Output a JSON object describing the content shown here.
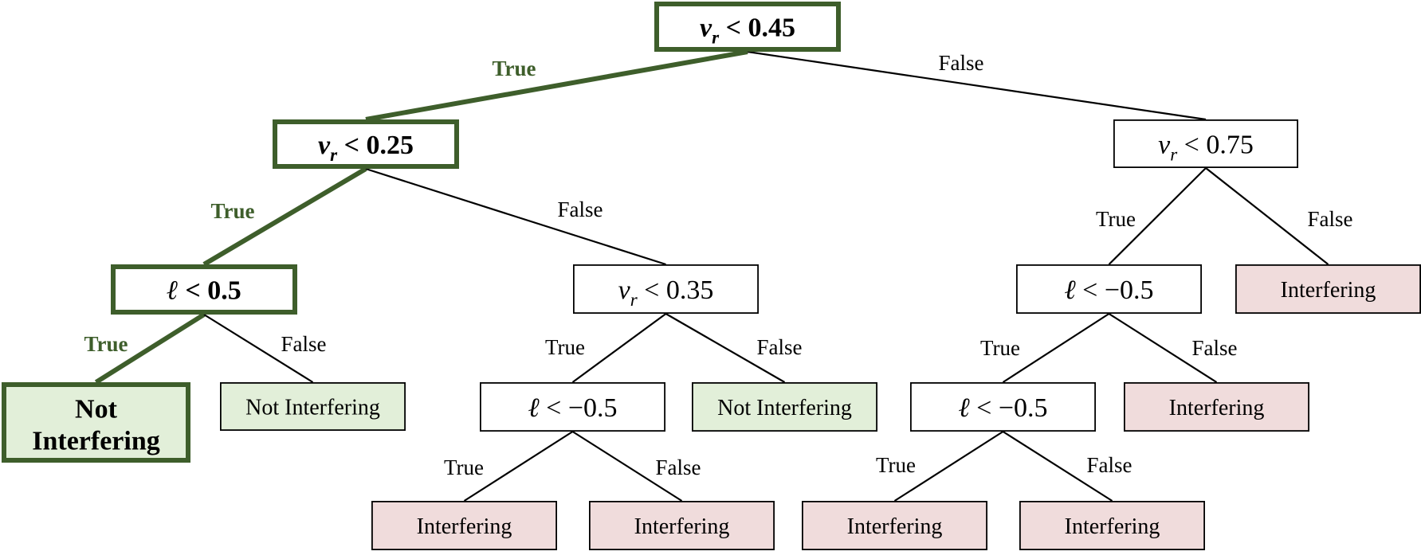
{
  "colors": {
    "highlight": "#3e5e2b",
    "leaf_not_interfering": "#e2efd9",
    "leaf_interfering": "#f0dcdc",
    "default_stroke": "#000000"
  },
  "nodes": [
    {
      "id": "n1",
      "kind": "decision",
      "var": "v",
      "sub": "r",
      "op": "<",
      "val": "0.45",
      "highlight": true
    },
    {
      "id": "n2",
      "kind": "decision",
      "var": "v",
      "sub": "r",
      "op": "<",
      "val": "0.25",
      "highlight": true
    },
    {
      "id": "n3",
      "kind": "decision",
      "var": "v",
      "sub": "r",
      "op": "<",
      "val": "0.75",
      "highlight": false
    },
    {
      "id": "n4",
      "kind": "decision",
      "var": "ℓ",
      "sub": "",
      "op": "<",
      "val": "0.5",
      "highlight": true
    },
    {
      "id": "n5",
      "kind": "decision",
      "var": "v",
      "sub": "r",
      "op": "<",
      "val": "0.35",
      "highlight": false
    },
    {
      "id": "n6",
      "kind": "decision",
      "var": "ℓ",
      "sub": "",
      "op": "<",
      "val": "−0.5",
      "highlight": false
    },
    {
      "id": "n7",
      "kind": "leaf",
      "label": "Interfering",
      "class": "interfering",
      "highlight": false
    },
    {
      "id": "n8",
      "kind": "leaf",
      "label": "Not Interfering",
      "class": "not-interfering",
      "highlight": true
    },
    {
      "id": "n9",
      "kind": "leaf",
      "label": "Not Interfering",
      "class": "not-interfering",
      "highlight": false
    },
    {
      "id": "n10",
      "kind": "decision",
      "var": "ℓ",
      "sub": "",
      "op": "<",
      "val": "−0.5",
      "highlight": false
    },
    {
      "id": "n11",
      "kind": "leaf",
      "label": "Not Interfering",
      "class": "not-interfering",
      "highlight": false
    },
    {
      "id": "n12",
      "kind": "decision",
      "var": "ℓ",
      "sub": "",
      "op": "<",
      "val": "−0.5",
      "highlight": false
    },
    {
      "id": "n13",
      "kind": "leaf",
      "label": "Interfering",
      "class": "interfering",
      "highlight": false
    },
    {
      "id": "n14",
      "kind": "leaf",
      "label": "Interfering",
      "class": "interfering",
      "highlight": false
    },
    {
      "id": "n15",
      "kind": "leaf",
      "label": "Interfering",
      "class": "interfering",
      "highlight": false
    },
    {
      "id": "n16",
      "kind": "leaf",
      "label": "Interfering",
      "class": "interfering",
      "highlight": false
    },
    {
      "id": "n17",
      "kind": "leaf",
      "label": "Interfering",
      "class": "interfering",
      "highlight": false
    }
  ],
  "edges": [
    {
      "from": "n1",
      "to": "n2",
      "label": "True",
      "highlight": true
    },
    {
      "from": "n1",
      "to": "n3",
      "label": "False",
      "highlight": false
    },
    {
      "from": "n2",
      "to": "n4",
      "label": "True",
      "highlight": true
    },
    {
      "from": "n2",
      "to": "n5",
      "label": "False",
      "highlight": false
    },
    {
      "from": "n3",
      "to": "n6",
      "label": "True",
      "highlight": false
    },
    {
      "from": "n3",
      "to": "n7",
      "label": "False",
      "highlight": false
    },
    {
      "from": "n4",
      "to": "n8",
      "label": "True",
      "highlight": true
    },
    {
      "from": "n4",
      "to": "n9",
      "label": "False",
      "highlight": false
    },
    {
      "from": "n5",
      "to": "n10",
      "label": "True",
      "highlight": false
    },
    {
      "from": "n5",
      "to": "n11",
      "label": "False",
      "highlight": false
    },
    {
      "from": "n6",
      "to": "n12",
      "label": "True",
      "highlight": false
    },
    {
      "from": "n6",
      "to": "n13",
      "label": "False",
      "highlight": false
    },
    {
      "from": "n10",
      "to": "n14",
      "label": "True",
      "highlight": false
    },
    {
      "from": "n10",
      "to": "n15",
      "label": "False",
      "highlight": false
    },
    {
      "from": "n12",
      "to": "n16",
      "label": "True",
      "highlight": false
    },
    {
      "from": "n12",
      "to": "n17",
      "label": "False",
      "highlight": false
    }
  ]
}
